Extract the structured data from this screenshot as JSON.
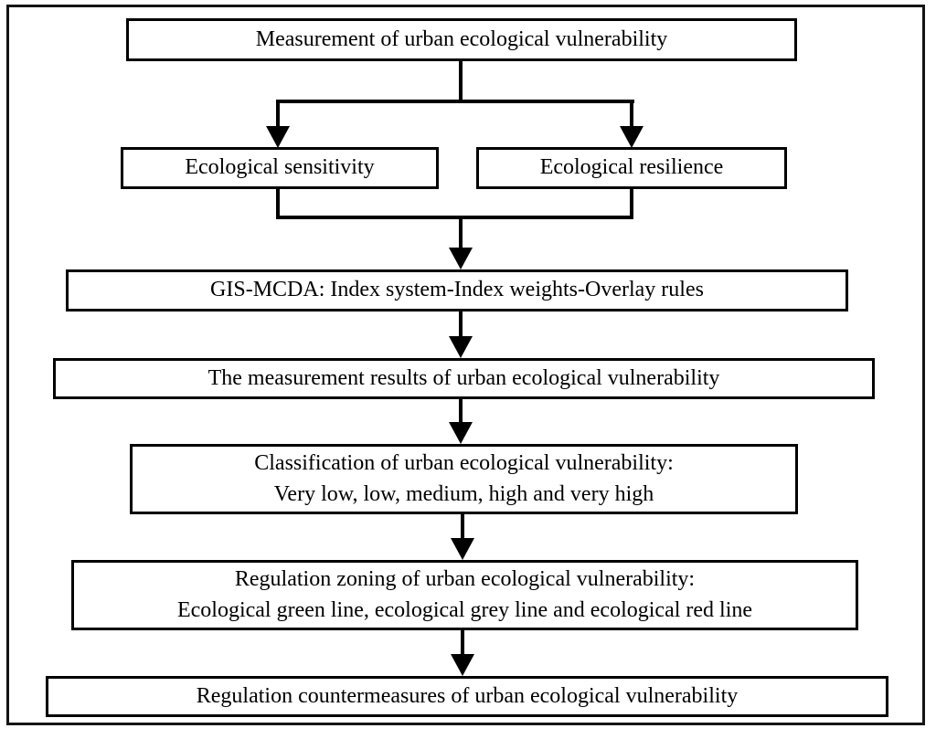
{
  "diagram": {
    "background_color": "#ffffff",
    "line_color": "#000000",
    "box_fill_color": "#ffffff",
    "nodes": {
      "measurement": {
        "label": "Measurement of urban ecological vulnerability"
      },
      "sensitivity": {
        "label": "Ecological sensitivity"
      },
      "resilience": {
        "label": "Ecological resilience"
      },
      "gis_mcda": {
        "label": "GIS-MCDA: Index system-Index weights-Overlay rules"
      },
      "results": {
        "label": "The measurement results of urban ecological vulnerability"
      },
      "classification": {
        "line1": "Classification of urban ecological vulnerability:",
        "line2": "Very low, low, medium, high and very high"
      },
      "zoning": {
        "line1": "Regulation zoning of urban ecological vulnerability:",
        "line2": "Ecological green line, ecological grey line and ecological red line"
      },
      "countermeasures": {
        "label": "Regulation countermeasures of urban ecological vulnerability"
      }
    }
  }
}
